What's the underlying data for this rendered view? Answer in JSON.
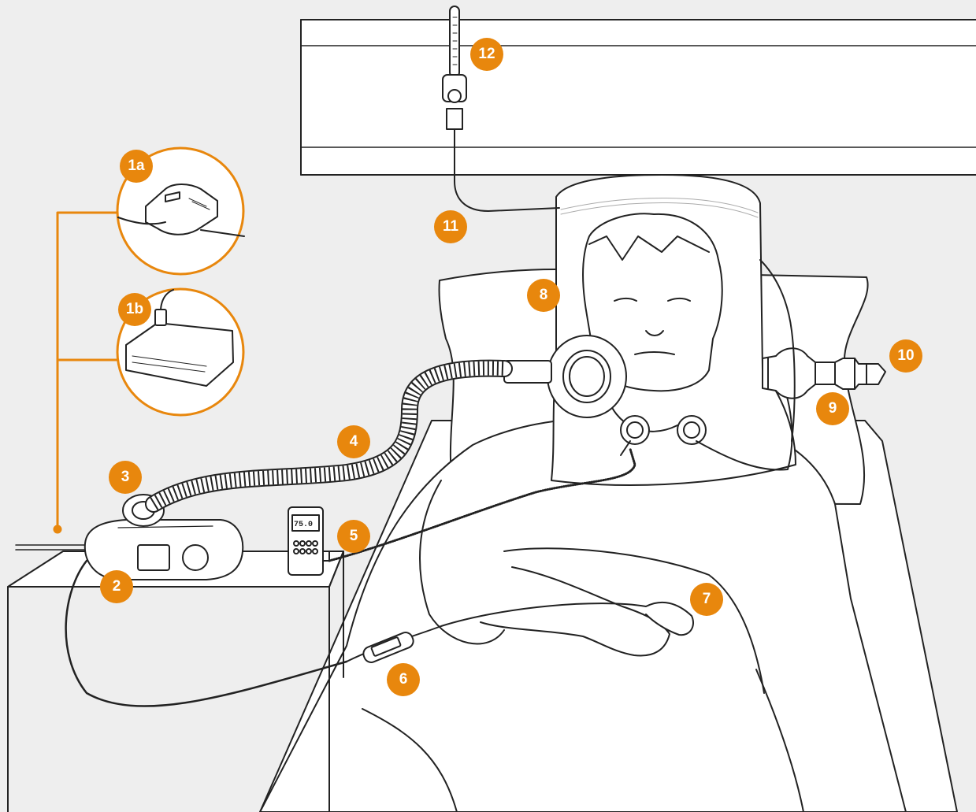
{
  "labels": {
    "one_a": "1a",
    "one_b": "1b",
    "two": "2",
    "three": "3",
    "four": "4",
    "five": "5",
    "six": "6",
    "seven": "7",
    "eight": "8",
    "nine": "9",
    "ten": "10",
    "eleven": "11",
    "twelve": "12"
  },
  "monitor": {
    "readout": "75.0"
  },
  "colors": {
    "accent": "#e8870d",
    "background": "#eeeeee",
    "line": "#222222",
    "fill": "#ffffff"
  }
}
